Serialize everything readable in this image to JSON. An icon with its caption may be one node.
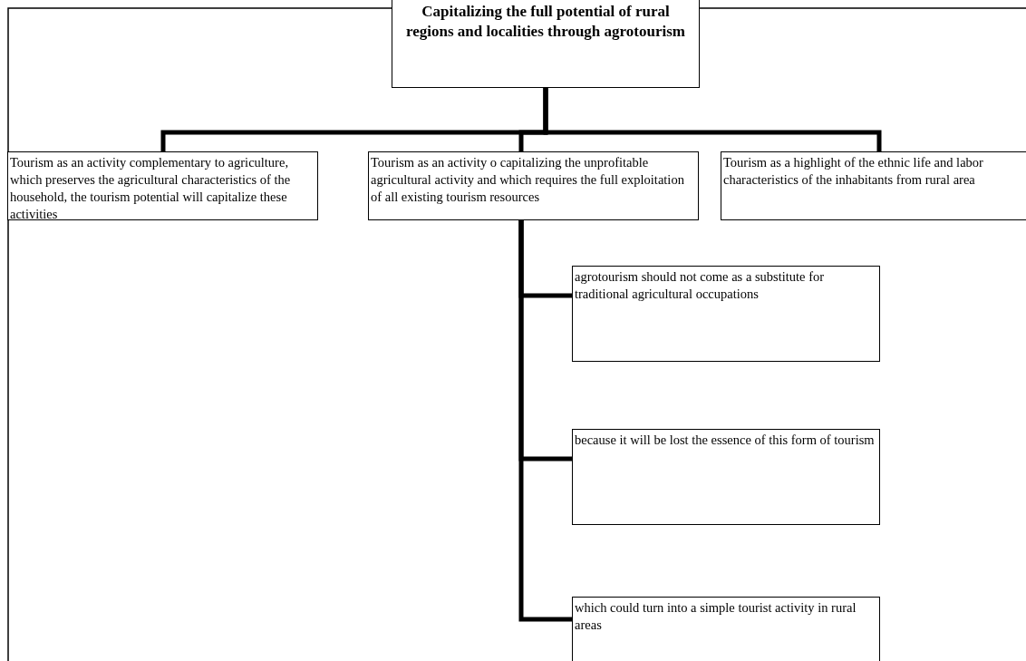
{
  "diagram": {
    "nodes": [
      {
        "text": [
          "Capitalizing the full potential of rural regions and localities through agrotourism"
        ]
      },
      {
        "text": [
          "Tourism as an activity complementary to agriculture, which preserves the agricultural characteristics of the household, the tourism potential will capitalize these activities"
        ]
      },
      {
        "text": [
          "Tourism as an activity o capitalizing the unprofitable agricultural activity and which requires the full exploitation of all existing tourism resources"
        ]
      },
      {
        "text": [
          "Tourism as a highlight of the ethnic life and labor characteristics of the inhabitants from rural area"
        ]
      },
      {
        "text": [
          "agrotourism should not come as a substitute for traditional agricultural occupations"
        ]
      },
      {
        "text": [
          "because it will be lost the essence of this form of tourism"
        ]
      },
      {
        "text": [
          "which could turn into a simple tourist activity in rural areas"
        ]
      }
    ],
    "edges": [
      {
        "from": 0,
        "to": 1,
        "arrow": "none"
      },
      {
        "from": 0,
        "to": 2,
        "arrow": "none"
      },
      {
        "from": 0,
        "to": 3,
        "arrow": "none"
      },
      {
        "from": 2,
        "to": 4,
        "arrow": "none"
      },
      {
        "from": 2,
        "to": 5,
        "arrow": "none"
      },
      {
        "from": 2,
        "to": 6,
        "arrow": "none"
      }
    ]
  }
}
